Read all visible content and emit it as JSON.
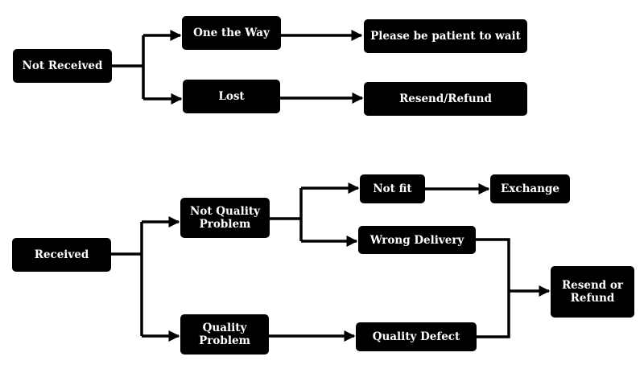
{
  "top_flow": {
    "not_received": "Not Received",
    "on_the_way": "One the Way",
    "please_wait": "Please be patient to wait",
    "lost": "Lost",
    "resend_refund": "Resend/Refund"
  },
  "bottom_flow": {
    "received": "Received",
    "not_quality_problem": "Not Quality\nProblem",
    "quality_problem": "Quality\nProblem",
    "not_fit": "Not fit",
    "exchange": "Exchange",
    "wrong_delivery": "Wrong Delivery",
    "quality_defect": "Quality Defect",
    "resend_or_refund": "Resend or\nRefund"
  }
}
